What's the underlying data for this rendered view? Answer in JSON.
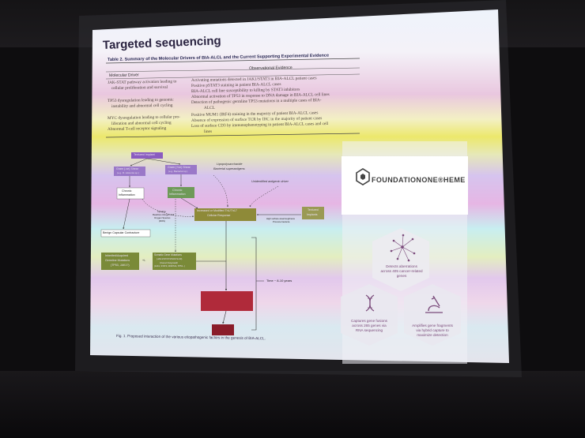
{
  "slide": {
    "title": "Targeted sequencing",
    "table": {
      "caption": "Table 2.  Summary of the Molecular Drivers of BIA-ALCL and the Current Supporting Experimental Evidence",
      "col_driver": "Molecular Driver",
      "col_evidence": "Observational Evidence",
      "rows": [
        {
          "driver": [
            "JAK-STAT pathway activation leading to",
            "cellular proliferation and survival"
          ],
          "evidence": [
            "Activating mutations detected in JAK1/STAT3 in BIA-ALCL patient cases",
            "Positive pSTAT3 staining in patient BIA-ALCL cases",
            "BIA-ALCL cell line susceptibility to killing by STAT3 inhibitors"
          ]
        },
        {
          "driver": [
            "TP53 dysregulation leading to genomic",
            "instability and abnormal cell cycling"
          ],
          "evidence": [
            "Abnormal activation of TP53 in response to DNA damage in BIA-ALCL cell lines",
            "Detection of pathogenic germline TP53 mutations in a multiple cases of BIA-",
            "ALCL"
          ]
        },
        {
          "driver": [
            "MYC dysregulation leading to cellular pro-",
            "liferation and abnormal cell cycling",
            "Abnormal T-cell receptor signaling"
          ],
          "evidence": [
            "Positive MUM1 (IRF4) staining in the majority of patient BIA-ALCL cases",
            "Absence of expression of surface TCR by IHC in the majority of patient cases",
            "Loss of surface CD3 by immunophenotyping in patient BIA-ALCL cases and cell",
            "lines"
          ]
        }
      ]
    },
    "flow": {
      "top": "Textured Implant",
      "gram_neg": [
        "Gram (-ve) Shear",
        "(e.g. R. ralstonia sp.)"
      ],
      "gram_pos": [
        "Gram (+ve) Shear",
        "(e.g. Bacterial sp.)"
      ],
      "lps": [
        "Lipopolysaccharide",
        "Bacterial superantigens"
      ],
      "antigen": "Unidentified antigenic driver",
      "chronic_left": [
        "Chronic",
        "Inflammation"
      ],
      "chronic_right": [
        "Chronic",
        "Inflammation"
      ],
      "cytokine": [
        "Cytokine",
        "Reactive nitrogen and",
        "Oxygen Species",
        "(ROS)"
      ],
      "increased": [
        "Increased or Modified Th1/Th17",
        "Cellular Response"
      ],
      "textured_box": [
        "Textured",
        "Implants"
      ],
      "high_surface": [
        "High surface area/roughness",
        "Promote bacteria"
      ],
      "benign": "Benign Capsular Contracture",
      "inherited": [
        "Inherited/Acquired",
        "Germline Mutations",
        "(TP53, JAK1?)"
      ],
      "plus": "+/-",
      "somatic": [
        "Somatic Gene Mutations",
        "(JAK1/STAT3/SOCS1/3)",
        "Clonal Outgrowth",
        "(JAK1, STAT3, DNMT3A, TP53...)"
      ],
      "time": "Time ~ 8-10 years",
      "figure_caption": "Fig. 1. Proposed interaction of the various etiopathogenic factors in the genesis of BIA-ALCL."
    },
    "foundation": {
      "brand": "FOUNDATIONONE®HEME",
      "detect": [
        "Detects aberrations",
        "across 405 cancer-related",
        "genes"
      ],
      "fusions": [
        "Captures gene fusions",
        "across 265 genes via",
        "RNA sequencing"
      ],
      "amplifies": [
        "Amplifies gene fragments",
        "via hybrid capture to",
        "maximize detection"
      ]
    }
  }
}
